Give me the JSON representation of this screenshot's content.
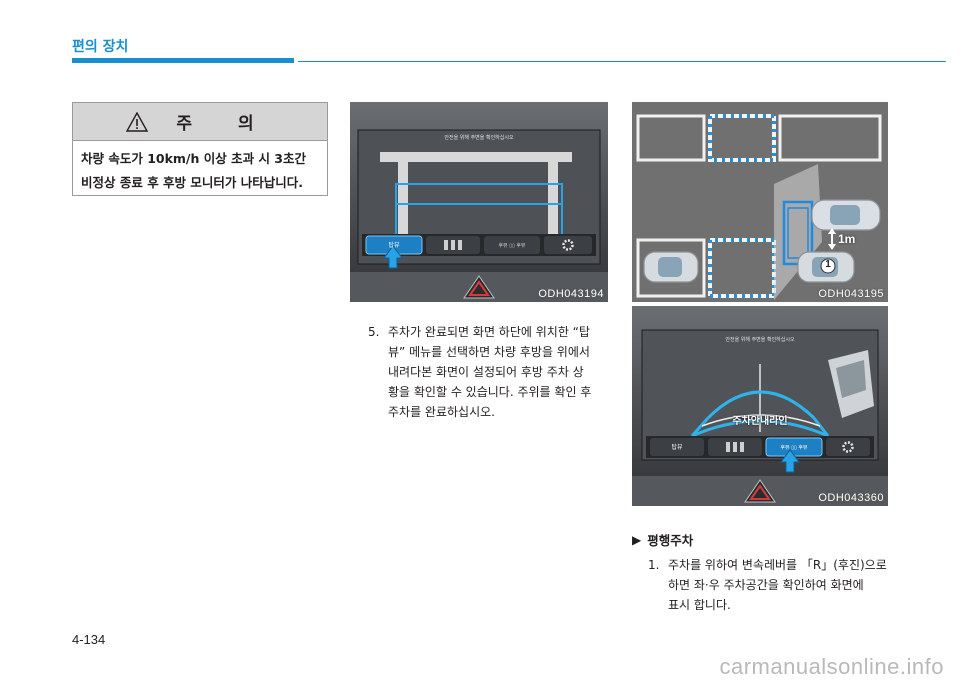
{
  "header": {
    "section_title": "편의 장치"
  },
  "caution": {
    "title": "주 의",
    "text_line1": "차량 속도가 10km/h 이상 초과 시 3초간",
    "text_line2": "비정상 종료 후 후방 모니터가 나타납니다."
  },
  "figures": {
    "fig1": {
      "code": "ODH043194",
      "screen_message": "안전을 위해 주변을 확인하십시오",
      "btn_topview": "탑뷰",
      "icon_labels": [
        "후뷰",
        "후 뷰",
        "후 뷰"
      ],
      "icon_label_combo": "후뷰 ▯▯ 후뷰"
    },
    "fig2": {
      "code": "ODH043195",
      "distance_label": "1m",
      "callout_number": "1"
    },
    "fig3": {
      "code": "ODH043360",
      "screen_message": "안전을 위해 주변을 확인하십시오",
      "guide_label": "주차안내라인",
      "btn_topview": "탑뷰",
      "icon_label_combo": "후뷰 ▯▯ 후뷰"
    }
  },
  "step5": {
    "number": "5.",
    "line1": "주차가 완료되면 화면 하단에 위치한 “탑",
    "line2": "뷰” 메뉴를 선택하면 차량 후방을 위에서",
    "line3": "내려다본 화면이 설정되어 후방 주차 상",
    "line4": "황을 확인할 수 있습니다. 주위를 확인 후",
    "line5": "주차를 완료하십시오."
  },
  "parallel": {
    "heading": "평행주차",
    "step1_number": "1.",
    "step1_line1": "주차를 위하여 변속레버를 「R」(후진)으로",
    "step1_line2": "하면 좌·우 주차공간을 확인하여 화면에",
    "step1_line3": "표시 합니다."
  },
  "footer": {
    "page_number": "4-134",
    "watermark": "carmanualsonline.info"
  },
  "colors": {
    "accent": "#1a8fd0",
    "highlight_blue": "#2aa3e6",
    "caution_head": "#d5d5d5"
  }
}
